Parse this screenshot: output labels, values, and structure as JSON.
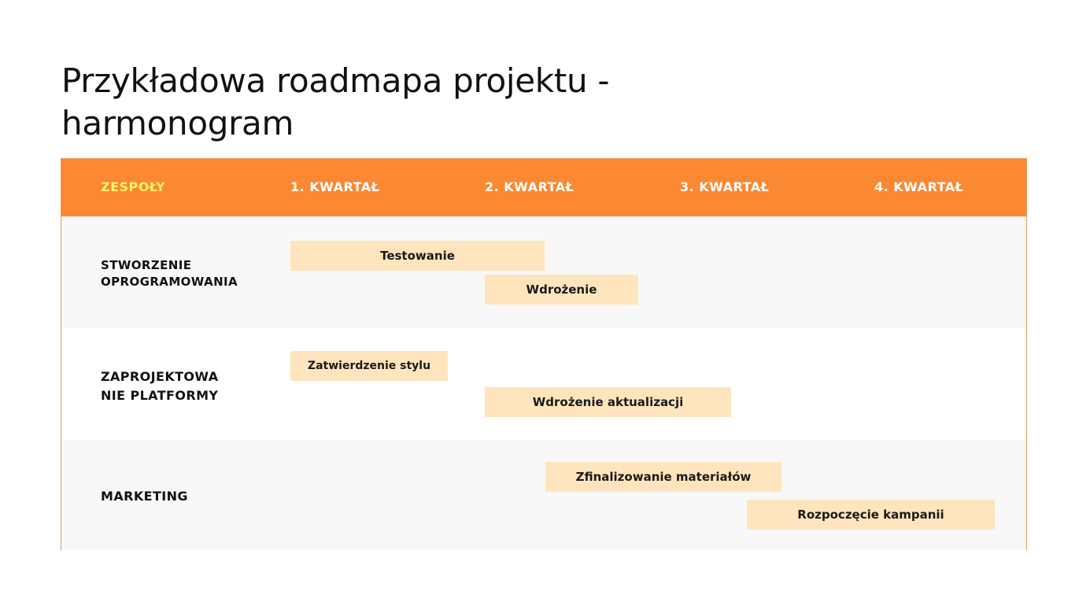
{
  "title": {
    "line1": "Przykładowa roadmapa projektu -",
    "line2": "harmonogram"
  },
  "header": {
    "teams": "ZESPOŁY",
    "quarters": [
      "1. KWARTAŁ",
      "2. KWARTAŁ",
      "3. KWARTAŁ",
      "4. KWARTAŁ"
    ]
  },
  "rows": [
    {
      "label_line1": "STWORZENIE",
      "label_line2": "OPROGRAMOWANIA",
      "tasks": [
        "Testowanie",
        "Wdrożenie"
      ]
    },
    {
      "label_line1": "ZAPROJEKTOWA",
      "label_line2": "NIE PLATFORMY",
      "tasks": [
        "Zatwierdzenie stylu",
        "Wdrożenie aktualizacji"
      ]
    },
    {
      "label_line1": "MARKETING",
      "label_line2": "",
      "tasks": [
        "Zfinalizowanie materiałów",
        "Rozpoczęcie kampanii"
      ]
    }
  ],
  "colors": {
    "header_bg": "#fb8832",
    "header_text": "#ffffff",
    "teams_header_text": "#fff36a",
    "bar_bg": "#ffe5bd",
    "row_alt_bg": "#f8f8f8",
    "border": "#e59b5b"
  }
}
